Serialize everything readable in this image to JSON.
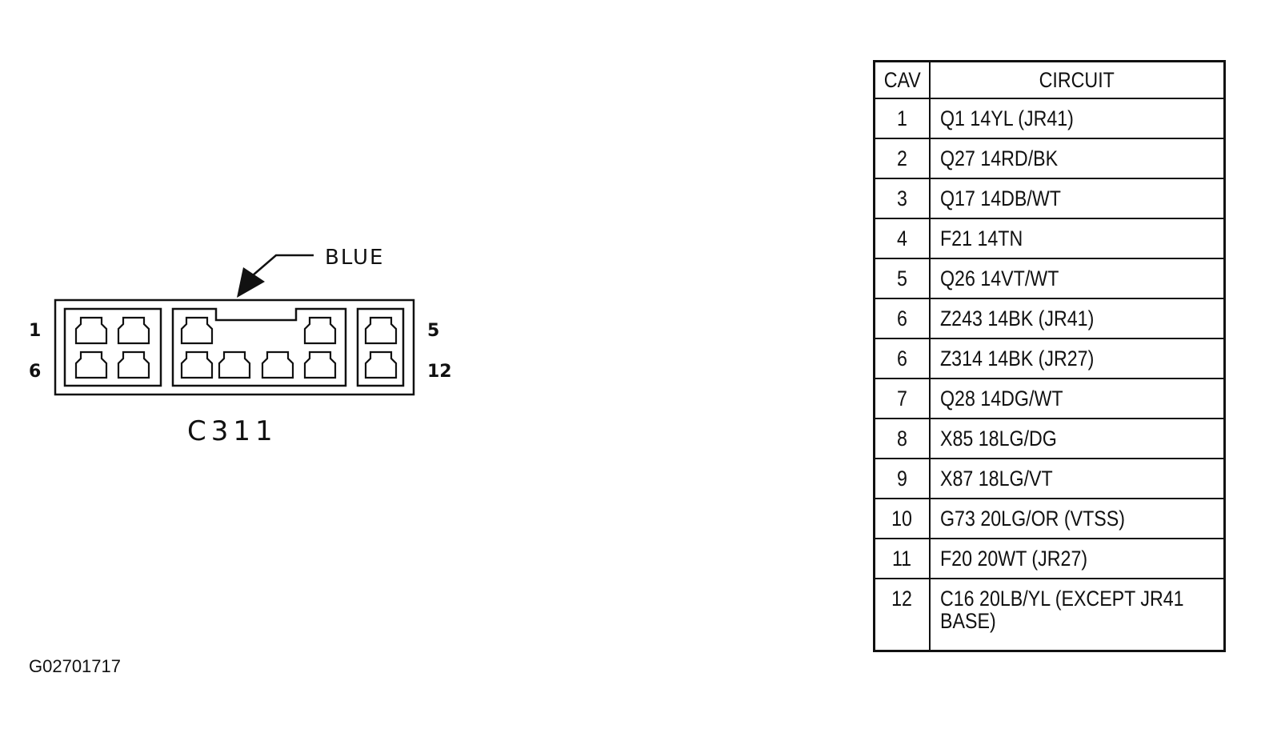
{
  "connector": {
    "name": "C311",
    "color": "BLUE",
    "pin_labels": {
      "top_left": "1",
      "bottom_left": "6",
      "top_right": "5",
      "bottom_right": "12"
    }
  },
  "table": {
    "headers": {
      "cav": "CAV",
      "circuit": "CIRCUIT"
    },
    "rows": [
      {
        "cav": "1",
        "circuit": "Q1 14YL (JR41)"
      },
      {
        "cav": "2",
        "circuit": "Q27 14RD/BK"
      },
      {
        "cav": "3",
        "circuit": "Q17 14DB/WT"
      },
      {
        "cav": "4",
        "circuit": "F21 14TN"
      },
      {
        "cav": "5",
        "circuit": "Q26 14VT/WT"
      },
      {
        "cav": "6",
        "circuit": "Z243 14BK (JR41)"
      },
      {
        "cav": "6",
        "circuit": "Z314 14BK (JR27)"
      },
      {
        "cav": "7",
        "circuit": "Q28 14DG/WT"
      },
      {
        "cav": "8",
        "circuit": "X85 18LG/DG"
      },
      {
        "cav": "9",
        "circuit": "X87 18LG/VT"
      },
      {
        "cav": "10",
        "circuit": "G73 20LG/OR (VTSS)"
      },
      {
        "cav": "11",
        "circuit": "F20 20WT (JR27)"
      },
      {
        "cav": "12",
        "circuit": "C16 20LB/YL (EXCEPT JR41",
        "circuit_line2": "BASE)"
      }
    ]
  },
  "figure_id": "G02701717"
}
